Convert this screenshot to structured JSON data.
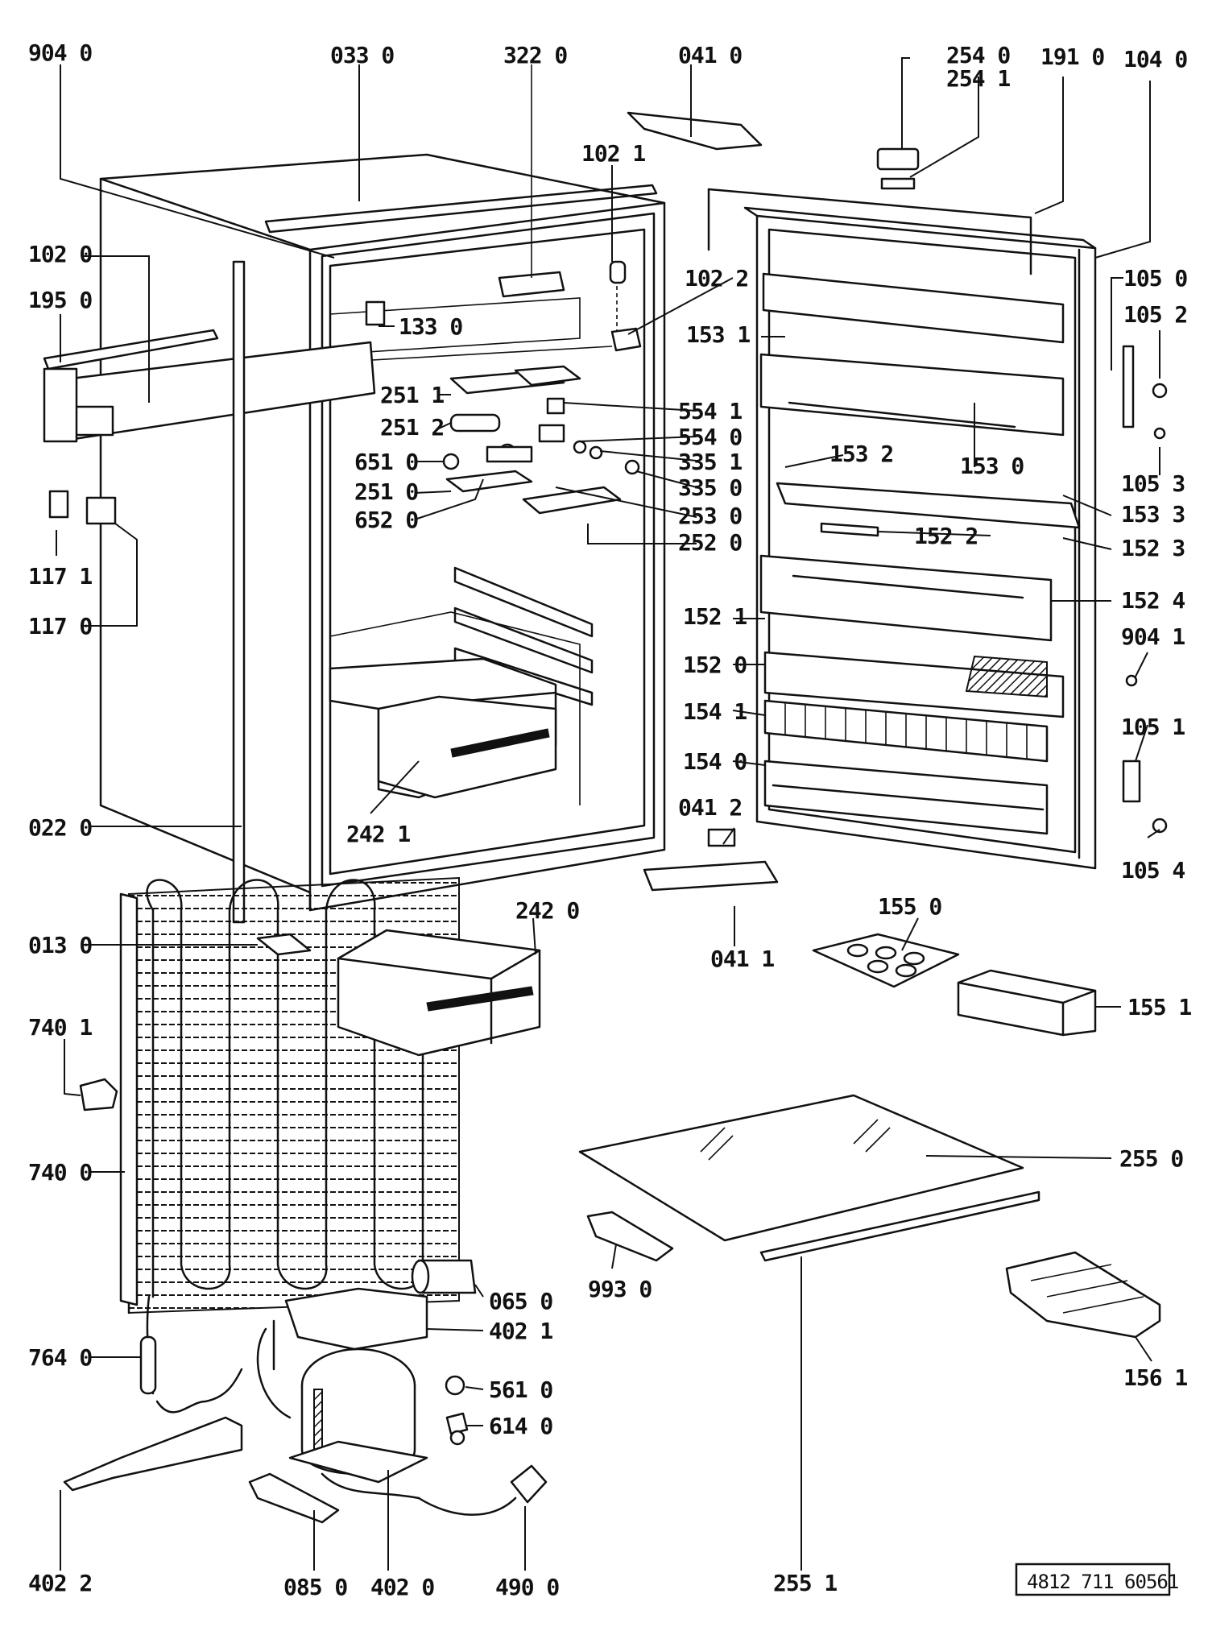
{
  "document_number": "4812 711 60561",
  "colors": {
    "ink": "#111111",
    "paper": "#ffffff"
  },
  "part_labels": {
    "p9040": "904 0",
    "p0330": "033 0",
    "p3220": "322 0",
    "p0410": "041 0",
    "p2540": "254 0",
    "p2541": "254 1",
    "p1910": "191 0",
    "p1040": "104 0",
    "p1021": "102 1",
    "p1020": "102 0",
    "p1950": "195 0",
    "p1022": "102 2",
    "p1050": "105 0",
    "p1052": "105 2",
    "p1531": "153 1",
    "p1330": "133 0",
    "p2511": "251 1",
    "p5541": "554 1",
    "p2512": "251 2",
    "p5540": "554 0",
    "p6510": "651 0",
    "p3351": "335 1",
    "p1532": "153 2",
    "p1530": "153 0",
    "p2510": "251 0",
    "p3350": "335 0",
    "p1053": "105 3",
    "p6520": "652 0",
    "p2530": "253 0",
    "p1533": "153 3",
    "p1522": "152 2",
    "p1523": "152 3",
    "p2520": "252 0",
    "p1171": "117 1",
    "p1524": "152 4",
    "p1170": "117 0",
    "p1521": "152 1",
    "p9041": "904 1",
    "p1520": "152 0",
    "p1541": "154 1",
    "p1051": "105 1",
    "p1540": "154 0",
    "p0412": "041 2",
    "p0220": "022 0",
    "p2421": "242 1",
    "p1054": "105 4",
    "p1550": "155 0",
    "p2420": "242 0",
    "p0130": "013 0",
    "p0411": "041 1",
    "p1551": "155 1",
    "p7401": "740 1",
    "p7400": "740 0",
    "p2550": "255 0",
    "p0650": "065 0",
    "p9930": "993 0",
    "p4021": "402 1",
    "p7640": "764 0",
    "p5610": "561 0",
    "p6140": "614 0",
    "p1561": "156 1",
    "p4022": "402 2",
    "p0850": "085 0",
    "p4020": "402 0",
    "p4900": "490 0",
    "p2551": "255 1"
  }
}
